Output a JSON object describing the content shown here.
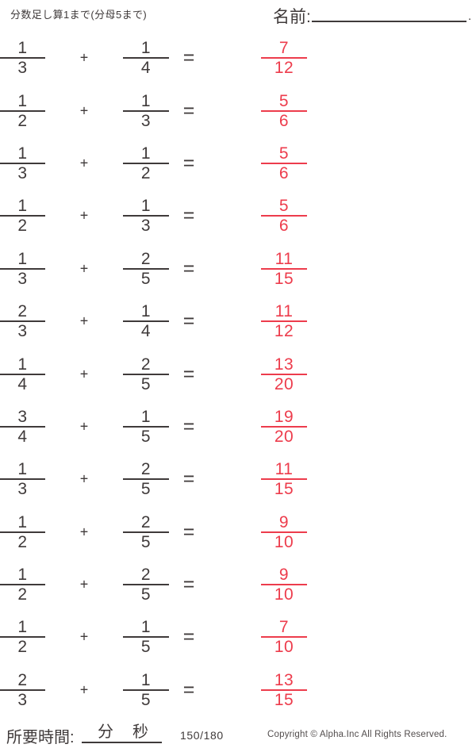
{
  "colors": {
    "ink": "#3f3a3a",
    "answer": "#ed3c4c",
    "copyright": "#524d4d"
  },
  "header": {
    "title": "分数足し算1まで(分母5まで)",
    "name_label": "名前:",
    "name_line_suffix": "."
  },
  "operators": {
    "plus": "+",
    "equals": "="
  },
  "problems": [
    {
      "a": {
        "n": "1",
        "d": "3"
      },
      "b": {
        "n": "1",
        "d": "4"
      },
      "answer": {
        "n": "7",
        "d": "12"
      }
    },
    {
      "a": {
        "n": "1",
        "d": "2"
      },
      "b": {
        "n": "1",
        "d": "3"
      },
      "answer": {
        "n": "5",
        "d": "6"
      }
    },
    {
      "a": {
        "n": "1",
        "d": "3"
      },
      "b": {
        "n": "1",
        "d": "2"
      },
      "answer": {
        "n": "5",
        "d": "6"
      }
    },
    {
      "a": {
        "n": "1",
        "d": "2"
      },
      "b": {
        "n": "1",
        "d": "3"
      },
      "answer": {
        "n": "5",
        "d": "6"
      }
    },
    {
      "a": {
        "n": "1",
        "d": "3"
      },
      "b": {
        "n": "2",
        "d": "5"
      },
      "answer": {
        "n": "11",
        "d": "15"
      }
    },
    {
      "a": {
        "n": "2",
        "d": "3"
      },
      "b": {
        "n": "1",
        "d": "4"
      },
      "answer": {
        "n": "11",
        "d": "12"
      }
    },
    {
      "a": {
        "n": "1",
        "d": "4"
      },
      "b": {
        "n": "2",
        "d": "5"
      },
      "answer": {
        "n": "13",
        "d": "20"
      }
    },
    {
      "a": {
        "n": "3",
        "d": "4"
      },
      "b": {
        "n": "1",
        "d": "5"
      },
      "answer": {
        "n": "19",
        "d": "20"
      }
    },
    {
      "a": {
        "n": "1",
        "d": "3"
      },
      "b": {
        "n": "2",
        "d": "5"
      },
      "answer": {
        "n": "11",
        "d": "15"
      }
    },
    {
      "a": {
        "n": "1",
        "d": "2"
      },
      "b": {
        "n": "2",
        "d": "5"
      },
      "answer": {
        "n": "9",
        "d": "10"
      }
    },
    {
      "a": {
        "n": "1",
        "d": "2"
      },
      "b": {
        "n": "2",
        "d": "5"
      },
      "answer": {
        "n": "9",
        "d": "10"
      }
    },
    {
      "a": {
        "n": "1",
        "d": "2"
      },
      "b": {
        "n": "1",
        "d": "5"
      },
      "answer": {
        "n": "7",
        "d": "10"
      }
    },
    {
      "a": {
        "n": "2",
        "d": "3"
      },
      "b": {
        "n": "1",
        "d": "5"
      },
      "answer": {
        "n": "13",
        "d": "15"
      }
    }
  ],
  "footer": {
    "time_label": "所要時間:",
    "minutes_label": "分",
    "seconds_label": "秒",
    "page_indicator": "150/180",
    "copyright": "Copyright ©  Alpha.Inc All Rights Reserved."
  }
}
